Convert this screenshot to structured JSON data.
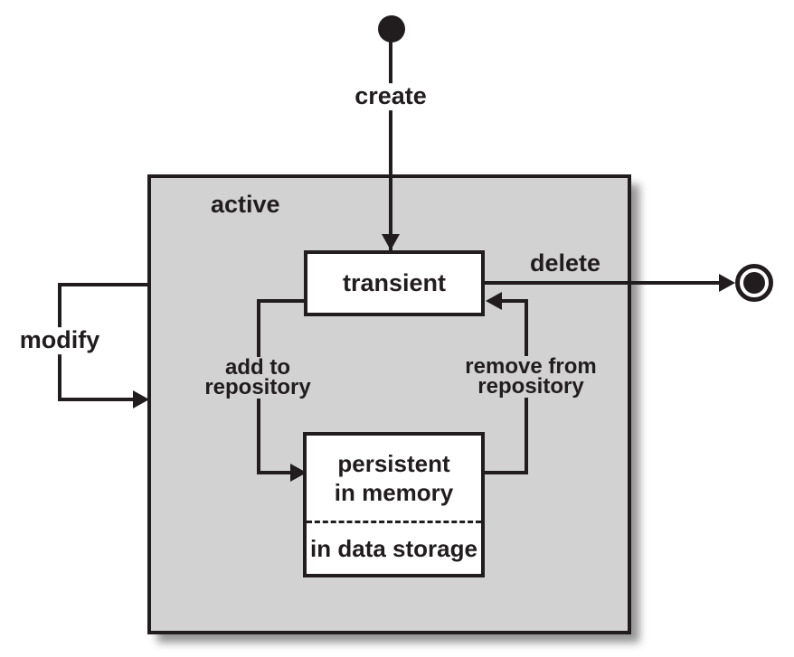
{
  "colors": {
    "background": "#ffffff",
    "composite_state_fill": "#d2d2d2",
    "simple_state_fill": "#ffffff",
    "line_and_text": "#211d1e"
  },
  "states": {
    "active": {
      "label": "active"
    },
    "transient": {
      "label": "transient"
    },
    "persistent": {
      "label_line1": "persistent",
      "label_line2": "in memory",
      "compartment_label": "in data storage"
    }
  },
  "transitions": {
    "create": {
      "label": "create"
    },
    "delete": {
      "label": "delete"
    },
    "modify": {
      "label": "modify"
    },
    "add_to_repository": {
      "label_line1": "add to",
      "label_line2": "repository"
    },
    "remove_from_repository": {
      "label_line1": "remove from",
      "label_line2": "repository"
    }
  }
}
